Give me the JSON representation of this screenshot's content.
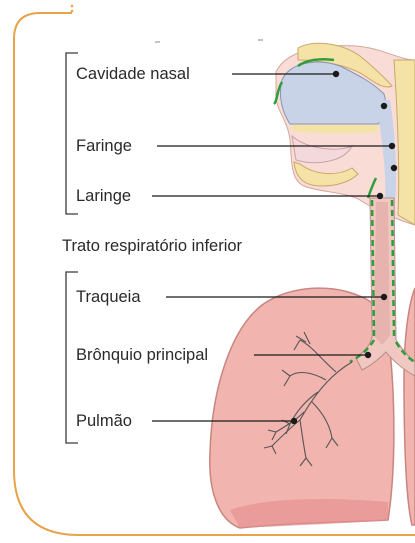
{
  "diagram": {
    "section_heading": "Trato respiratório inferior",
    "upper_labels": [
      {
        "text": "Cavidade nasal"
      },
      {
        "text": "Faringe"
      },
      {
        "text": "Laringe"
      }
    ],
    "lower_labels": [
      {
        "text": "Traqueia"
      },
      {
        "text": "Brônquio principal"
      },
      {
        "text": "Pulmão"
      }
    ],
    "colors": {
      "frame": "#e8a248",
      "bracket": "#3a3a3a",
      "lung_fill": "#f2b4ae",
      "lung_stroke": "#c98580",
      "lung_dark": "#e58f90",
      "airway_fill": "#c8d3e8",
      "skin": "#f9dcd6",
      "bone": "#f4e2a6",
      "mucosa_green": "#2f9e3a",
      "bronchi": "#555555",
      "leader": "#1a1a1a"
    }
  }
}
